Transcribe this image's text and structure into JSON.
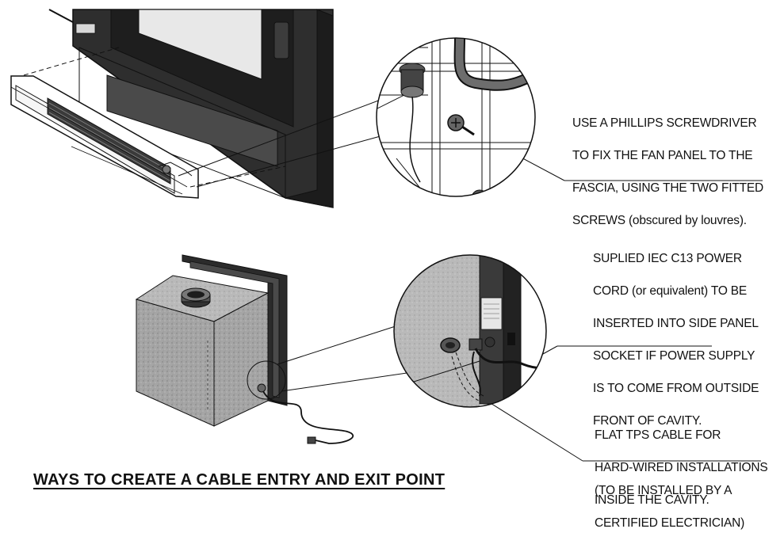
{
  "notes": {
    "screwdriver": [
      "USE A PHILLIPS SCREWDRIVER",
      "TO FIX THE FAN PANEL TO THE",
      "FASCIA, USING THE TWO FITTED",
      "SCREWS (obscured by louvres)."
    ],
    "power_cord": [
      "SUPLIED IEC C13 POWER",
      "CORD (or equivalent) TO BE",
      "INSERTED INTO SIDE PANEL",
      "SOCKET IF POWER SUPPLY",
      "IS TO COME FROM OUTSIDE",
      "FRONT OF CAVITY."
    ],
    "tps_cable": [
      "FLAT TPS CABLE FOR",
      "HARD-WIRED INSTALLATIONS",
      "INSIDE THE CAVITY."
    ],
    "electrician": [
      "(TO BE INSTALLED BY A",
      "CERTIFIED ELECTRICIAN)"
    ]
  },
  "heading": "WAYS TO CREATE A CABLE ENTRY AND EXIT POINT",
  "colors": {
    "line": "#111111",
    "panel_dark": "#2b2b2b",
    "panel_mid": "#555555",
    "box_grey": "#9a9a9a",
    "glass": "#e6e6e6"
  }
}
